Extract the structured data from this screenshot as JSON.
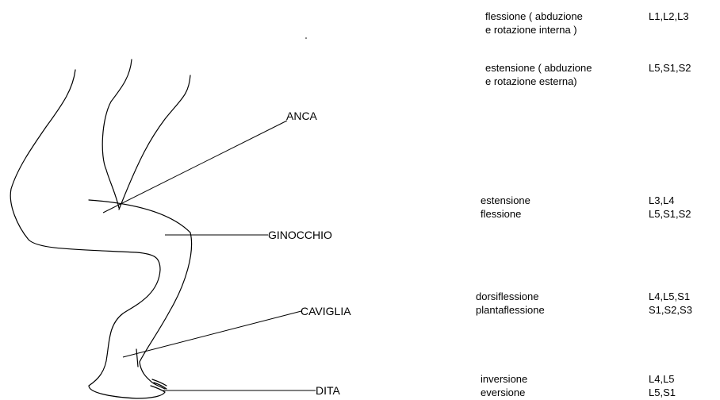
{
  "diagram": {
    "joints": {
      "hip": "ANCA",
      "knee": "GINOCCHIO",
      "ankle": "CAVIGLIA",
      "toes": "DITA"
    },
    "table": [
      {
        "movements": [
          "flessione ( abduzione",
          "e rotazione interna )"
        ],
        "roots": [
          "L1,L2,L3"
        ]
      },
      {
        "movements": [
          "estensione ( abduzione",
          "e rotazione esterna)"
        ],
        "roots": [
          "L5,S1,S2"
        ]
      },
      {
        "movements": [
          "estensione",
          "flessione"
        ],
        "roots": [
          "L3,L4",
          "L5,S1,S2"
        ]
      },
      {
        "movements": [
          "dorsiflessione",
          "plantaflessione"
        ],
        "roots": [
          "L4,L5,S1",
          "S1,S2,S3"
        ]
      },
      {
        "movements": [
          "inversione",
          "eversione"
        ],
        "roots": [
          "L4,L5",
          "L5,S1"
        ]
      }
    ]
  }
}
